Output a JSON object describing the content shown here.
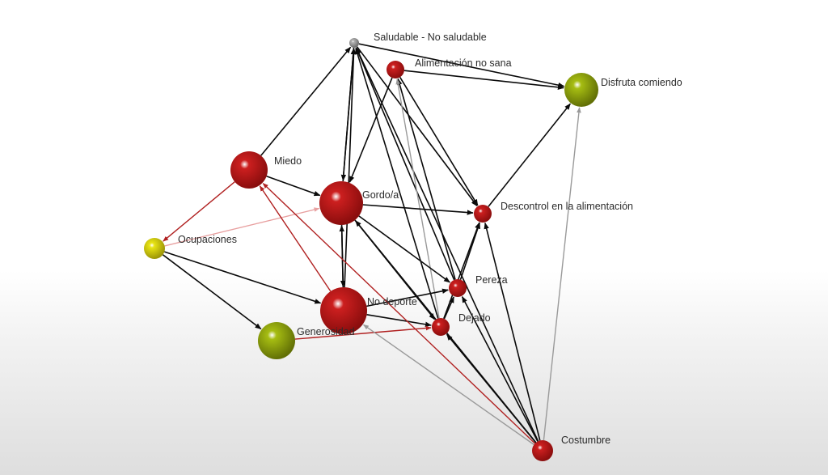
{
  "colors": {
    "red": "#cc1f1f",
    "red_dark": "#8a0d0d",
    "olive": "#a6bd12",
    "olive_dark": "#627006",
    "yellow": "#e8e414",
    "yellow_dark": "#9c9508",
    "gray": "#b4b4b4",
    "gray_dark": "#6b6b6b",
    "edge_black": "#0a0a0a",
    "edge_red": "#b02020",
    "edge_pink": "#e8a0a0",
    "edge_gray": "#9a9a9a"
  },
  "nodes": [
    {
      "id": "saludable",
      "label": "Saludable - No saludable",
      "color": "gray"
    },
    {
      "id": "alimentacion",
      "label": "Alimentación no sana",
      "color": "red"
    },
    {
      "id": "disfruta",
      "label": "Disfruta comiendo",
      "color": "olive"
    },
    {
      "id": "miedo",
      "label": "Miedo",
      "color": "red"
    },
    {
      "id": "gordo",
      "label": "Gordo/a",
      "color": "red"
    },
    {
      "id": "descontrol",
      "label": "Descontrol en la alimentación",
      "color": "red"
    },
    {
      "id": "ocupaciones",
      "label": "Ocupaciones",
      "color": "yellow"
    },
    {
      "id": "pereza",
      "label": "Pereza",
      "color": "red"
    },
    {
      "id": "nodeporte",
      "label": "No deporte",
      "color": "red"
    },
    {
      "id": "dejado",
      "label": "Dejado",
      "color": "red"
    },
    {
      "id": "generosidad",
      "label": "Generosidad",
      "color": "olive"
    },
    {
      "id": "costumbre",
      "label": "Costumbre",
      "color": "red"
    }
  ],
  "edges": [
    {
      "from": "miedo",
      "to": "saludable",
      "color": "edge_black"
    },
    {
      "from": "gordo",
      "to": "saludable",
      "color": "edge_black"
    },
    {
      "from": "saludable",
      "to": "gordo",
      "color": "edge_black"
    },
    {
      "from": "nodeporte",
      "to": "saludable",
      "color": "edge_black"
    },
    {
      "from": "saludable",
      "to": "disfruta",
      "color": "edge_black"
    },
    {
      "from": "saludable",
      "to": "descontrol",
      "color": "edge_black"
    },
    {
      "from": "pereza",
      "to": "saludable",
      "color": "edge_black"
    },
    {
      "from": "dejado",
      "to": "saludable",
      "color": "edge_black"
    },
    {
      "from": "costumbre",
      "to": "saludable",
      "color": "edge_black"
    },
    {
      "from": "alimentacion",
      "to": "disfruta",
      "color": "edge_black"
    },
    {
      "from": "alimentacion",
      "to": "gordo",
      "color": "edge_black"
    },
    {
      "from": "alimentacion",
      "to": "descontrol",
      "color": "edge_black"
    },
    {
      "from": "pereza",
      "to": "alimentacion",
      "color": "edge_black"
    },
    {
      "from": "dejado",
      "to": "alimentacion",
      "color": "edge_gray"
    },
    {
      "from": "miedo",
      "to": "gordo",
      "color": "edge_black"
    },
    {
      "from": "miedo",
      "to": "ocupaciones",
      "color": "edge_red"
    },
    {
      "from": "gordo",
      "to": "nodeporte",
      "color": "edge_black"
    },
    {
      "from": "nodeporte",
      "to": "gordo",
      "color": "edge_black"
    },
    {
      "from": "gordo",
      "to": "descontrol",
      "color": "edge_black"
    },
    {
      "from": "gordo",
      "to": "pereza",
      "color": "edge_black"
    },
    {
      "from": "gordo",
      "to": "dejado",
      "color": "edge_black"
    },
    {
      "from": "ocupaciones",
      "to": "gordo",
      "color": "edge_pink"
    },
    {
      "from": "ocupaciones",
      "to": "nodeporte",
      "color": "edge_black"
    },
    {
      "from": "ocupaciones",
      "to": "generosidad",
      "color": "edge_black"
    },
    {
      "from": "nodeporte",
      "to": "pereza",
      "color": "edge_black"
    },
    {
      "from": "nodeporte",
      "to": "dejado",
      "color": "edge_black"
    },
    {
      "from": "nodeporte",
      "to": "miedo",
      "color": "edge_red"
    },
    {
      "from": "descontrol",
      "to": "disfruta",
      "color": "edge_black"
    },
    {
      "from": "pereza",
      "to": "descontrol",
      "color": "edge_black"
    },
    {
      "from": "dejado",
      "to": "descontrol",
      "color": "edge_black"
    },
    {
      "from": "dejado",
      "to": "pereza",
      "color": "edge_black"
    },
    {
      "from": "generosidad",
      "to": "dejado",
      "color": "edge_red"
    },
    {
      "from": "costumbre",
      "to": "nodeporte",
      "color": "edge_gray"
    },
    {
      "from": "costumbre",
      "to": "miedo",
      "color": "edge_red"
    },
    {
      "from": "costumbre",
      "to": "disfruta",
      "color": "edge_gray"
    },
    {
      "from": "costumbre",
      "to": "descontrol",
      "color": "edge_black"
    },
    {
      "from": "costumbre",
      "to": "pereza",
      "color": "edge_black"
    },
    {
      "from": "costumbre",
      "to": "dejado",
      "color": "edge_black"
    },
    {
      "from": "costumbre",
      "to": "gordo",
      "color": "edge_black"
    }
  ]
}
